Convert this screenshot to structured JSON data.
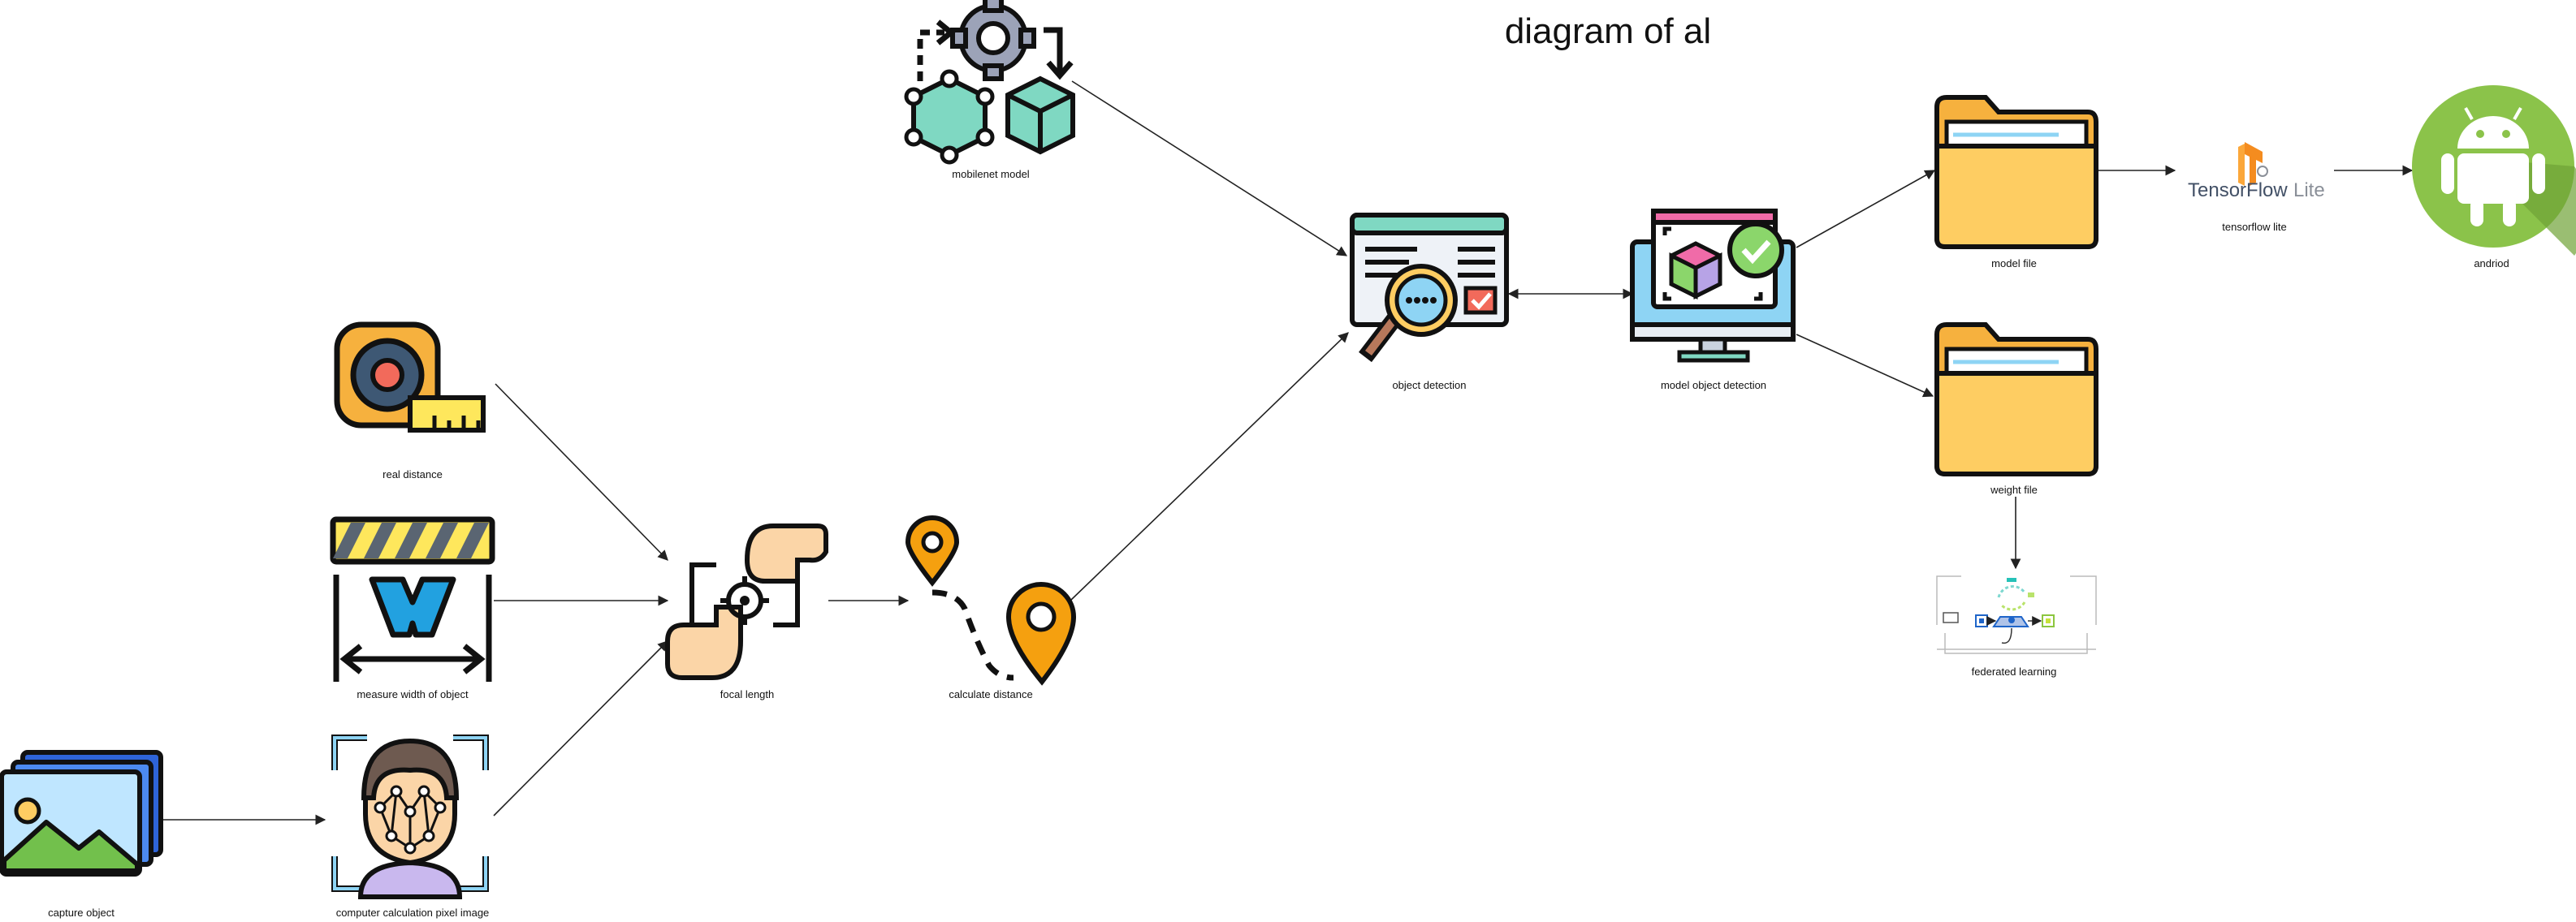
{
  "title": "diagram of al",
  "nodes": {
    "mobilenet_model": "mobilenet model",
    "object_detection": "object detection",
    "model_object_detection": "model object detection",
    "model_file": "model file",
    "tensorflow_lite": "tensorflow lite",
    "tensorflow_logo_text": "TensorFlow",
    "tensorflow_logo_lite": "Lite",
    "android": "andriod",
    "weight_file": "weight file",
    "federated_learning": "federated learning",
    "real_distance": "real distance",
    "measure_width": "measure width of object",
    "focal_length": "focal length",
    "calculate_distance": "calculate distance",
    "capture_object": "capture object",
    "computer_calculation": "computer calculation pixel image"
  },
  "icon_names": [
    "gear-icon",
    "cube-icon",
    "tape-measure-icon",
    "width-icon",
    "frame-hands-icon",
    "location-pin-icon",
    "search-document-icon",
    "monitor-cube-icon",
    "folder-icon",
    "tensorflow-logo-icon",
    "android-icon",
    "federated-learning-icon",
    "image-stack-icon",
    "face-scan-icon"
  ],
  "colors": {
    "arrow": "#222222",
    "folder": "#FECD62",
    "android_bg": "#8BC34A",
    "pin": "#F5A00F",
    "teal": "#7FD8C2"
  }
}
